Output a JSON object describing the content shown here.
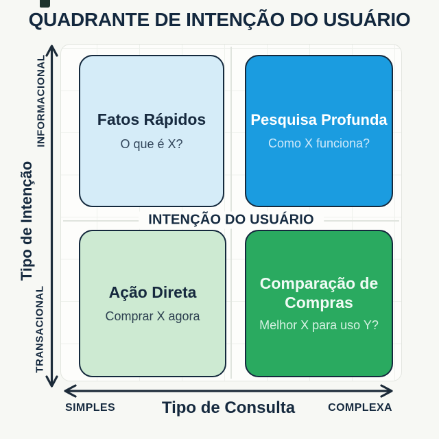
{
  "page": {
    "title": "QUADRANTE DE INTENÇÃO DO USUÁRIO"
  },
  "center_axis_label": "INTENÇÃO DO USUÁRIO",
  "axes": {
    "y": {
      "label": "Tipo de Intenção",
      "top_end": "INFORMACIONAL",
      "bottom_end": "TRANSACIONAL"
    },
    "x": {
      "label": "Tipo de Consulta",
      "left_end": "SIMPLES",
      "right_end": "COMPLEXA"
    }
  },
  "quadrants": {
    "top_left": {
      "title": "Fatos Rápidos",
      "subtitle": "O que é X?",
      "bg_color": "#d5ecf8"
    },
    "top_right": {
      "title": "Pesquisa Profunda",
      "subtitle": "Como X funciona?",
      "bg_color": "#1b9ce0"
    },
    "bottom_left": {
      "title": "Ação Direta",
      "subtitle": "Comprar X agora",
      "bg_color": "#cdead2"
    },
    "bottom_right": {
      "title": "Comparação de Compras",
      "subtitle": "Melhor X para uso Y?",
      "bg_color": "#2aaa60"
    }
  },
  "colors": {
    "background": "#f7f8f4",
    "panel": "#fdfdfb",
    "ink": "#15293e",
    "card_border": "#14293d",
    "gridline": "#eef1ec"
  }
}
